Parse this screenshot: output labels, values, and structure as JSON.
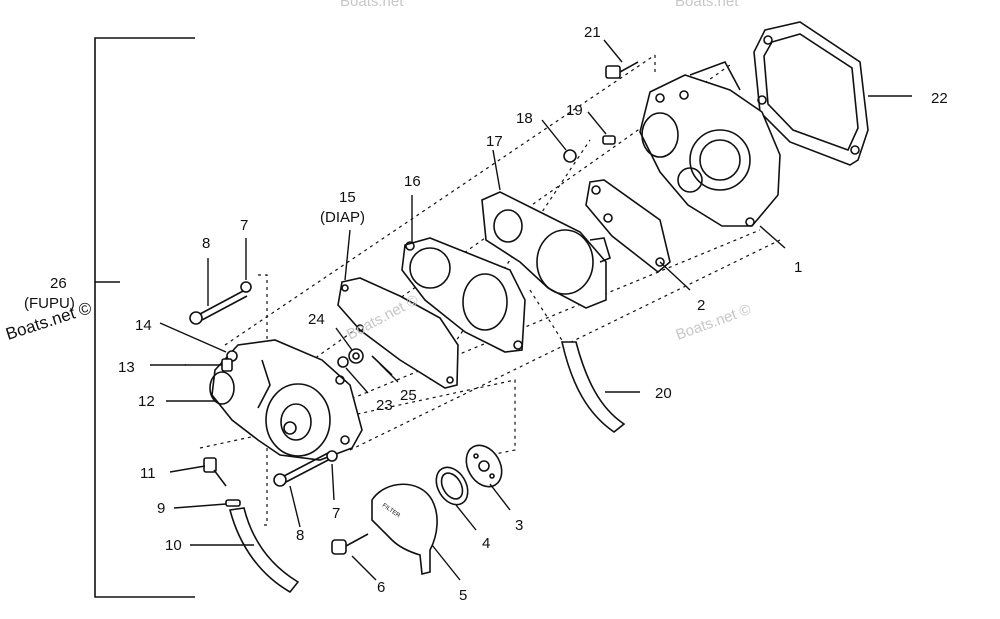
{
  "diagram": {
    "callouts": [
      {
        "id": "c1",
        "text": "1"
      },
      {
        "id": "c2",
        "text": "2"
      },
      {
        "id": "c3",
        "text": "3"
      },
      {
        "id": "c4",
        "text": "4"
      },
      {
        "id": "c5",
        "text": "5"
      },
      {
        "id": "c6",
        "text": "6"
      },
      {
        "id": "c7a",
        "text": "7"
      },
      {
        "id": "c7b",
        "text": "7"
      },
      {
        "id": "c8a",
        "text": "8"
      },
      {
        "id": "c8b",
        "text": "8"
      },
      {
        "id": "c9",
        "text": "9"
      },
      {
        "id": "c10",
        "text": "10"
      },
      {
        "id": "c11",
        "text": "11"
      },
      {
        "id": "c12",
        "text": "12"
      },
      {
        "id": "c13",
        "text": "13"
      },
      {
        "id": "c14",
        "text": "14"
      },
      {
        "id": "c15",
        "text": "15"
      },
      {
        "id": "c15sub",
        "text": "(DIAP)"
      },
      {
        "id": "c16",
        "text": "16"
      },
      {
        "id": "c17",
        "text": "17"
      },
      {
        "id": "c18",
        "text": "18"
      },
      {
        "id": "c19",
        "text": "19"
      },
      {
        "id": "c20",
        "text": "20"
      },
      {
        "id": "c21",
        "text": "21"
      },
      {
        "id": "c22",
        "text": "22"
      },
      {
        "id": "c23",
        "text": "23"
      },
      {
        "id": "c24",
        "text": "24"
      },
      {
        "id": "c25",
        "text": "25"
      },
      {
        "id": "c26",
        "text": "26"
      },
      {
        "id": "c26sub",
        "text": "(FUPU)"
      }
    ],
    "filter_label": "FILTER",
    "watermarks": [
      "Boats.net ©",
      "Boats.net ©",
      "Boats.net ©",
      "Boats.net",
      "Boats.net"
    ]
  }
}
